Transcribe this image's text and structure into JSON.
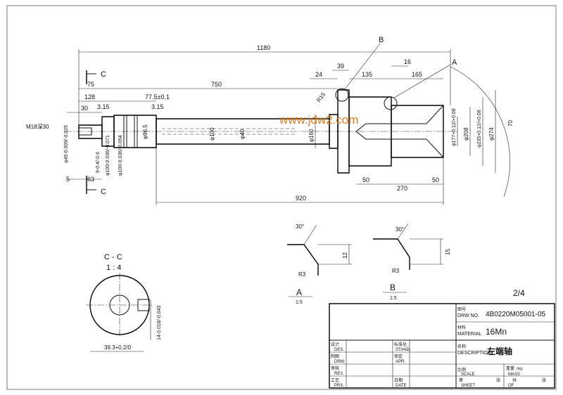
{
  "watermark": "www.jdw2.com",
  "dims": {
    "total_length": "1180",
    "len_750": "750",
    "len_75": "75",
    "len_128": "128",
    "len_30": "30",
    "len_315a": "3.15",
    "len_775": "77.5±0.1",
    "len_315b": "3.15",
    "len_24": "24",
    "len_39": "39",
    "len_135": "135",
    "len_16": "16",
    "len_165": "165",
    "len_920": "920",
    "len_50a": "50",
    "len_270": "270",
    "len_50b": "50",
    "len_5": "5",
    "len_63": "63",
    "d_965": "φ96.5",
    "d_100": "φ100",
    "d_40": "φ40",
    "d_160": "φ160",
    "d_177": "φ177+0.12/+0.08",
    "d_208": "φ208",
    "d_235": "φ235+0.12/+0.08",
    "d_274": "φ274",
    "d_70": "70",
    "r15": "R15",
    "m18": "M18深30",
    "d_45": "φ45-0.009/-0.025",
    "d_1003": "φ100-0.036/-0.071",
    "d_1004": "φ100-0.036/-0.054",
    "w_9": "9-0.4/-0.6"
  },
  "labels": {
    "c_top": "C",
    "c_bottom": "C",
    "b": "B",
    "a": "A"
  },
  "section": {
    "title": "C - C",
    "scale": "1 : 4",
    "dim_393": "39.3+0.2/0",
    "dim_14": "14-0.018/-0.043"
  },
  "detail_a": {
    "angle": "30°",
    "radius": "R3",
    "height": "12",
    "label": "A",
    "scale": "1:5"
  },
  "detail_b": {
    "angle": "30°",
    "radius": "R3",
    "height": "15",
    "label": "B",
    "scale": "1:5"
  },
  "sheet_mark": "2/4",
  "title_block": {
    "drw_no_cn": "图号",
    "drw_no_en": "DRW NO.",
    "drw_no": "4B0220M05001-05",
    "material_cn": "材料",
    "material_en": "MATERIAL",
    "material": "16Mn",
    "desc_cn": "名称",
    "desc_en": "DESCRIPTION",
    "description": "左端轴",
    "des_cn": "设计",
    "des_en": "DES.",
    "stand_cn": "标准化",
    "stand_en": "STAND.",
    "drw_cn": "制图",
    "drw_en": "DRW.",
    "apr_cn": "审定",
    "apr_en": "APR.",
    "rev_cn": "审核",
    "rev_en": "REV.",
    "scale_cn": "比例",
    "scale_en": "SCALE",
    "mass_cn": "重量",
    "mass_unit": "(kg)",
    "mass_en": "MASS",
    "prs_cn": "工艺",
    "prs_en": "PRS.",
    "date_cn": "日期",
    "date_en": "DATE",
    "sheet_cn": "第",
    "sheet_en": "SHEET",
    "of_cn": "张",
    "of_cn2": "共",
    "of_en": "OF",
    "of_cn3": "张"
  }
}
